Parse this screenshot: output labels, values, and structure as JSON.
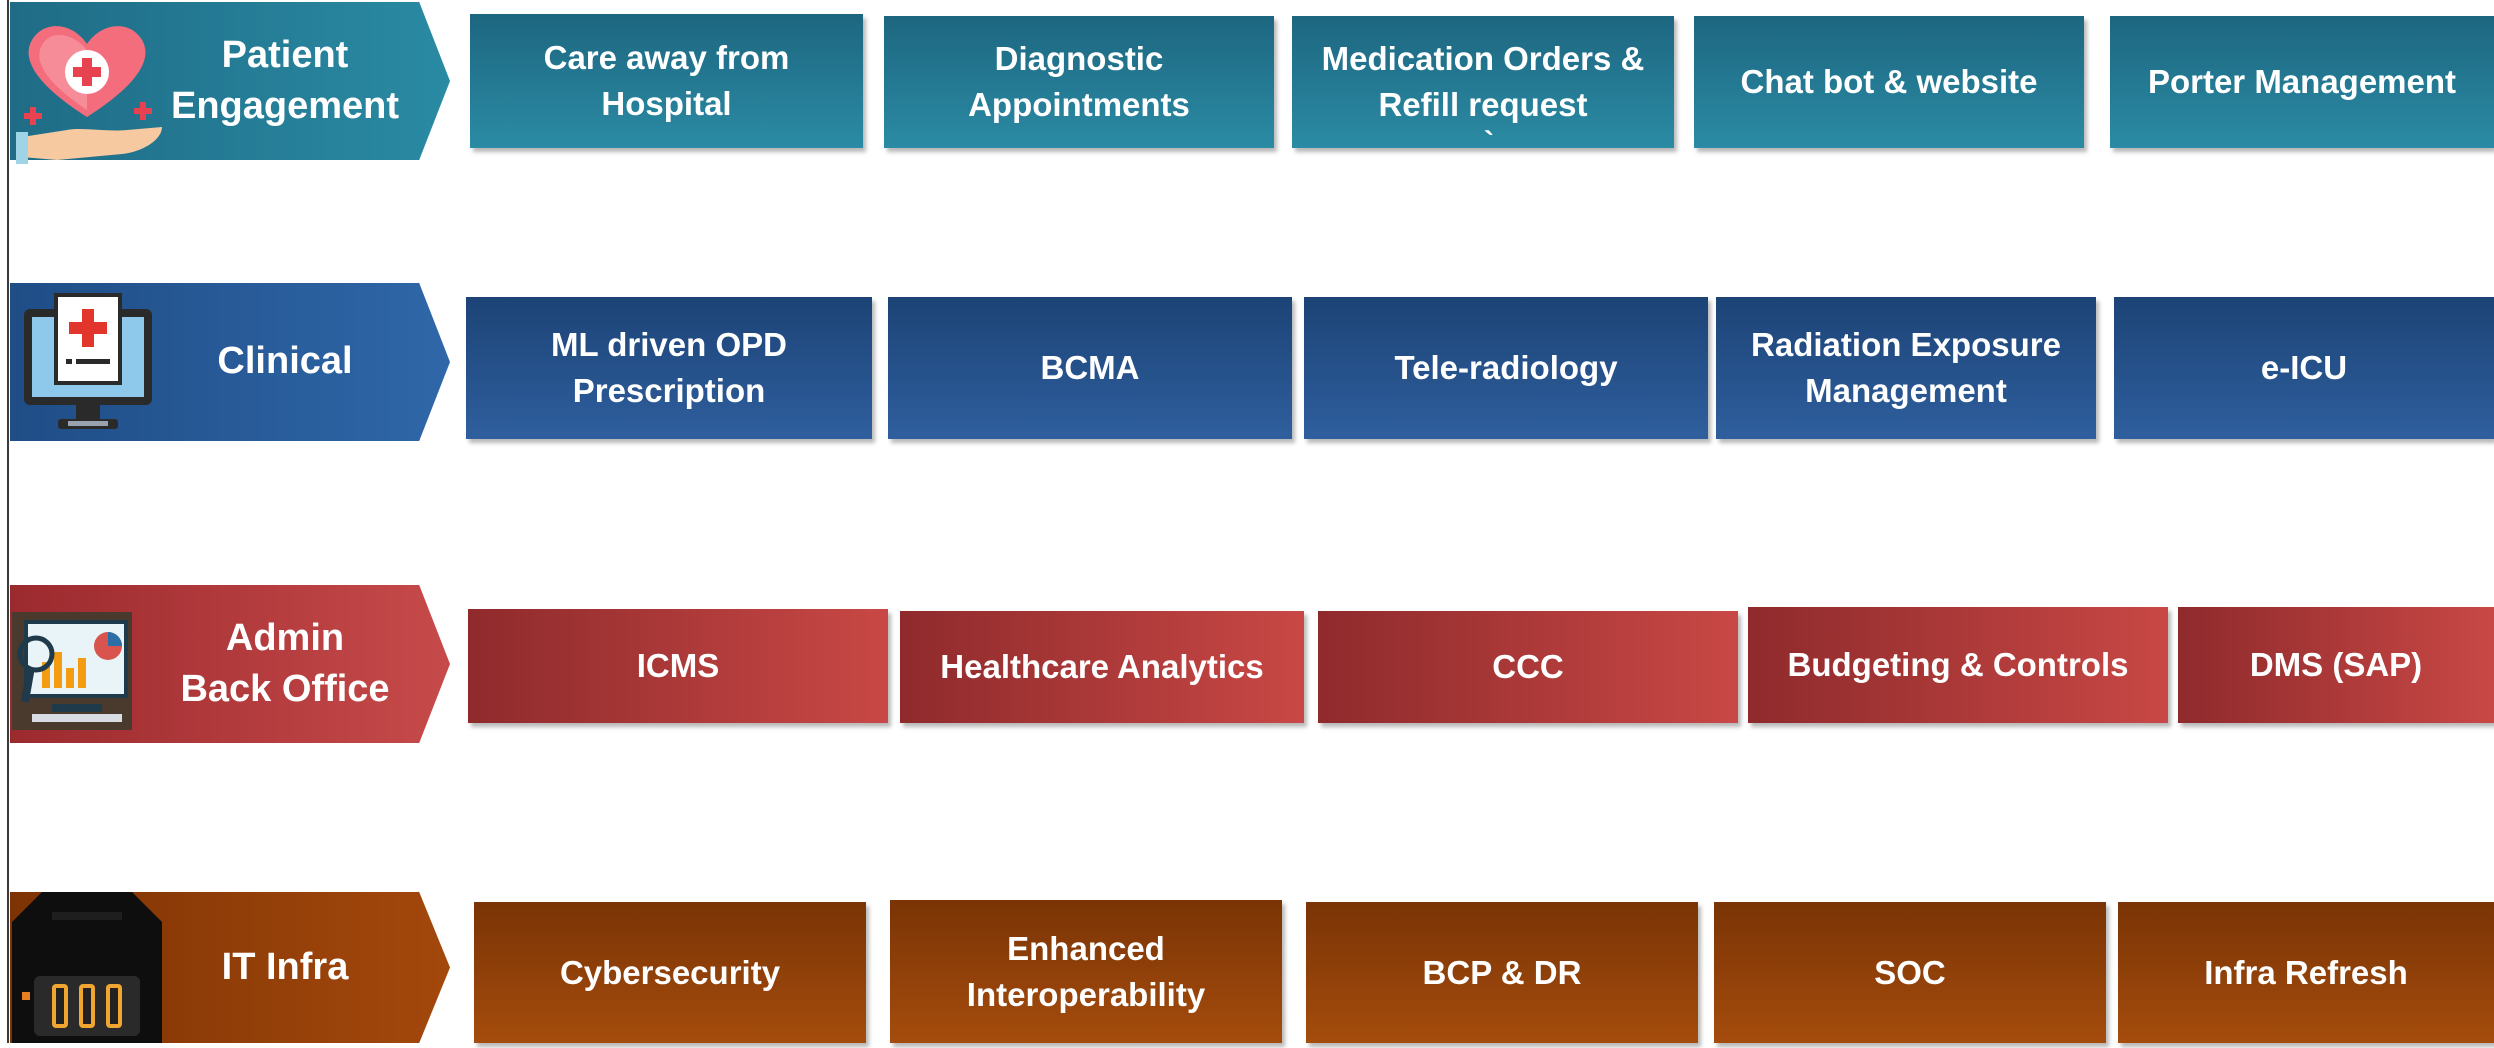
{
  "rows": [
    {
      "id": "patient-engagement",
      "label": "Patient\nEngagement",
      "icon": "heart-hand-icon",
      "color": "#2a8aa3",
      "items": [
        "Care away from\nHospital",
        "Diagnostic\nAppointments",
        "Medication Orders &\nRefill request",
        "Chat bot & website",
        "Porter Management"
      ],
      "stray_mark": "`"
    },
    {
      "id": "clinical",
      "label": "Clinical",
      "icon": "medical-monitor-icon",
      "color": "#2f5f9e",
      "items": [
        "ML driven OPD\nPrescription",
        "BCMA",
        "Tele-radiology",
        "Radiation Exposure\nManagement",
        "e-ICU"
      ]
    },
    {
      "id": "admin-back-office",
      "label": "Admin\nBack Office",
      "icon": "analytics-dashboard-icon",
      "color": "#c84845",
      "items": [
        "ICMS",
        "Healthcare Analytics",
        "CCC",
        "Budgeting & Controls",
        "DMS (SAP)"
      ]
    },
    {
      "id": "it-infra",
      "label": "IT Infra",
      "icon": "server-rack-icon",
      "color": "#a54c0d",
      "items": [
        "Cybersecurity",
        "Enhanced\nInteroperability",
        "BCP & DR",
        "SOC",
        "Infra Refresh"
      ]
    }
  ]
}
